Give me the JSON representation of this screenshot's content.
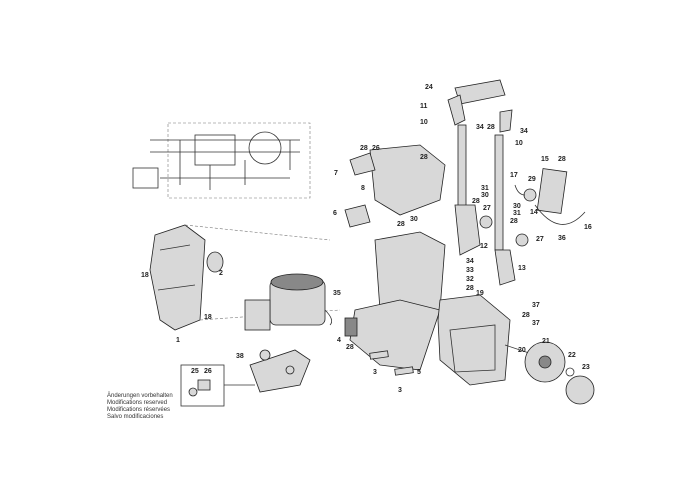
{
  "diagram": {
    "callouts": [
      "24",
      "11",
      "10",
      "34",
      "28",
      "34",
      "10",
      "28",
      "26",
      "28",
      "7",
      "8",
      "31",
      "30",
      "28",
      "30",
      "31",
      "27",
      "28",
      "27",
      "6",
      "28",
      "30",
      "12",
      "13",
      "15",
      "28",
      "17",
      "29",
      "14",
      "36",
      "16",
      "2",
      "18",
      "34",
      "33",
      "32",
      "28",
      "19",
      "35",
      "37",
      "28",
      "37",
      "18",
      "1",
      "4",
      "28",
      "20",
      "21",
      "22",
      "23",
      "38",
      "3",
      "5",
      "3",
      "25",
      "26"
    ],
    "notes": [
      "Änderungen vorbehalten",
      "Modifications reserved",
      "Modifications réservées",
      "Salvo modificaciones"
    ]
  }
}
